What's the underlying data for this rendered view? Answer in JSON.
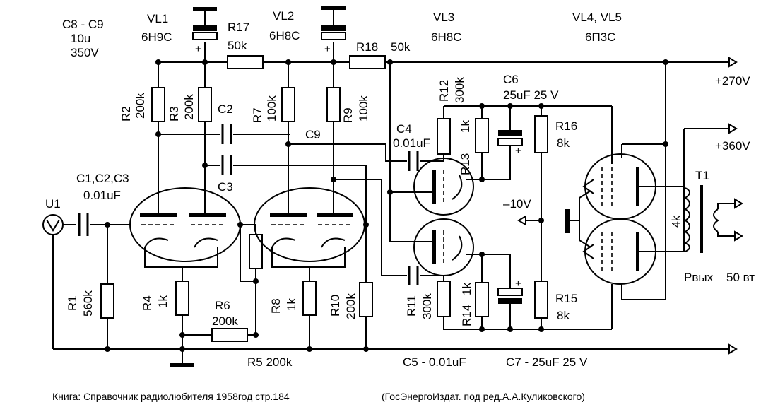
{
  "diagram": {
    "labels": {
      "c8_c9": "C8 - C9",
      "c8_c9_value": "10u",
      "c8_c9_voltage": "350V",
      "vl1": "VL1",
      "vl1_type": "6H9C",
      "r17": "R17",
      "r17_value": "50k",
      "vl2": "VL2",
      "vl2_type": "6H8C",
      "r18": "R18",
      "r18_value": "50k",
      "vl3": "VL3",
      "vl3_type": "6H8C",
      "vl4_vl5": "VL4, VL5",
      "vl4_vl5_type": "6П3С",
      "plus270": "+270V",
      "plus360": "+360V",
      "r2": "R2",
      "r2_value": "200k",
      "r3": "R3",
      "r3_value": "200k",
      "c2": "C2",
      "r7": "R7",
      "r7_value": "100k",
      "r9": "R9",
      "r9_value": "100k",
      "c9": "C9",
      "c4": "C4",
      "c4_value": "0.01uF",
      "r12": "R12",
      "r12_value": "300k",
      "c6": "C6",
      "c6_value": "25uF 25 V",
      "r13": "R13",
      "r13_value": "1k",
      "r16": "R16",
      "r16_value": "8k",
      "c1_c3": "C1,C2,C3",
      "c1_c3_value": "0.01uF",
      "c3": "C3",
      "u1": "U1",
      "minus10": "–10V",
      "t1": "T1",
      "t1_value": "4k",
      "r1": "R1",
      "r1_value": "560k",
      "r4": "R4",
      "r4_value": "1k",
      "r6": "R6",
      "r6_value": "200k",
      "r8": "R8",
      "r8_value": "1k",
      "r10": "R10",
      "r10_value": "200k",
      "r11": "R11",
      "r11_value": "300k",
      "r14": "R14",
      "r14_value": "1k",
      "r15": "R15",
      "r15_value": "8k",
      "pout": "Pвых",
      "pout_value": "50 вт",
      "r5": "R5 200k",
      "c5": "C5 - 0.01uF",
      "c7": "C7 - 25uF 25 V"
    },
    "footer": {
      "source": "Книга:   Справочник радиолюбителя 1958год стр.184",
      "publisher": "(ГосЭнергоИздат. под ред.А.А.Куликовского)"
    }
  }
}
